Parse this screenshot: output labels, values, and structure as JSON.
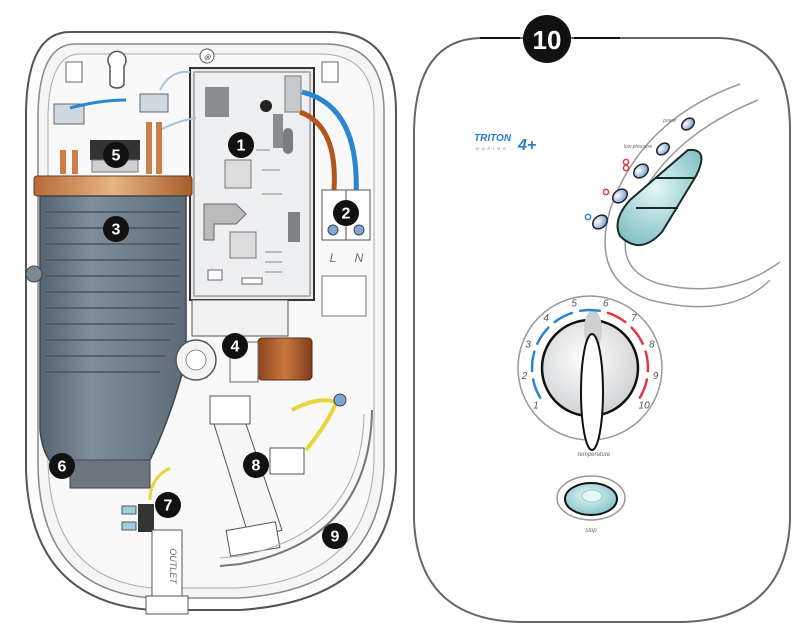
{
  "diagram": {
    "title": "Electric shower unit – internal components and front cover",
    "callouts": [
      {
        "number": "1",
        "target": "printed-circuit-board"
      },
      {
        "number": "2",
        "target": "terminal-block"
      },
      {
        "number": "3",
        "target": "heater-tank"
      },
      {
        "number": "4",
        "target": "solenoid-valve"
      },
      {
        "number": "5",
        "target": "heater-terminals"
      },
      {
        "number": "6",
        "target": "pressure-relief-device"
      },
      {
        "number": "7",
        "target": "thermal-cut-out"
      },
      {
        "number": "8",
        "target": "flow-valve"
      },
      {
        "number": "9",
        "target": "case-seal"
      },
      {
        "number": "10",
        "target": "front-cover"
      }
    ],
    "internal": {
      "terminal_labels": {
        "live": "L",
        "neutral": "N"
      },
      "outlet_label": "OUTLET",
      "wire_colors": {
        "brown": "#b4561c",
        "blue": "#2a86d0",
        "earth": "#e7d53a"
      }
    },
    "front_cover": {
      "brand": {
        "name": "TRITON",
        "sub": "RAPIDE",
        "model_mark": "4+"
      },
      "buttons": [
        {
          "label": "power"
        },
        {
          "label": "low pressure"
        },
        {
          "label": "",
          "indicator": "red-double-ring"
        },
        {
          "label": "",
          "indicator": "red-ring"
        },
        {
          "label": "",
          "indicator": "blue-ring"
        }
      ],
      "dial": {
        "label": "temperature",
        "scale": [
          "1",
          "2",
          "3",
          "4",
          "5",
          "6",
          "7",
          "8",
          "9",
          "10"
        ],
        "cold_color": "#2a86d0",
        "hot_color": "#e0393e"
      },
      "stop_button": {
        "label": "stop"
      }
    }
  }
}
